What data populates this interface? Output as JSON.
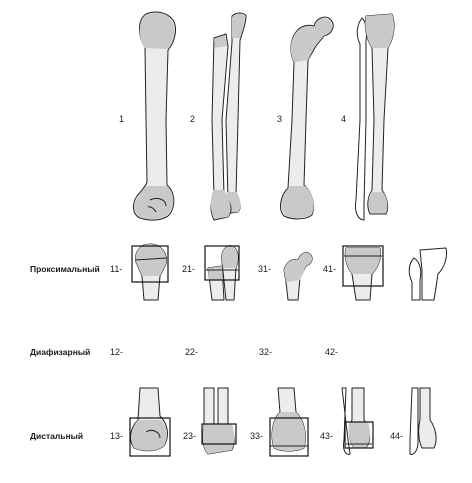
{
  "bone_numbers": [
    "1",
    "2",
    "3",
    "4"
  ],
  "rows": {
    "proximal": "Проксимальный",
    "diaphyseal": "Диафизарный",
    "distal": "Дистальный"
  },
  "codes": {
    "proximal": [
      "11-",
      "21-",
      "31-",
      "41-"
    ],
    "diaphyseal": [
      "12-",
      "22-",
      "32-",
      "42-"
    ],
    "distal": [
      "13-",
      "23-",
      "33-",
      "43-",
      "44-"
    ]
  }
}
